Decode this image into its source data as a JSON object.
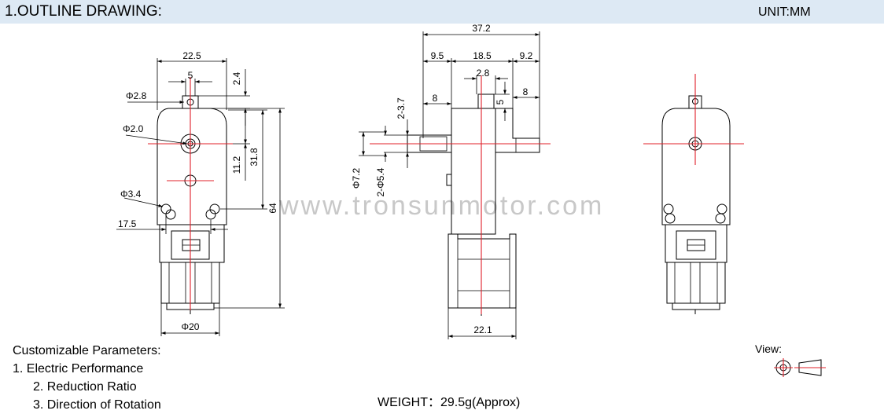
{
  "header": {
    "title": "1.OUTLINE DRAWING:",
    "unit": "UNIT:MM"
  },
  "watermark": "www.tronsunmotor.com",
  "dimensions": {
    "front": {
      "width": "22.5",
      "shaft_spacing": "5",
      "top_offset": "2.4",
      "hole_top": "Φ2.8",
      "shaft": "Φ2.0",
      "center_to_top": "11.2",
      "center_span": "31.8",
      "total_length": "64",
      "mount_hole": "Φ3.4",
      "mount_spacing": "17.5",
      "motor_dia": "Φ20"
    },
    "side": {
      "overall": "37.2",
      "left_seg": "9.5",
      "mid_seg": "18.5",
      "right_seg": "9.2",
      "shaft_flat": "2.8",
      "shaft_len_left": "8",
      "shaft_len_right": "8",
      "shaft_flat_depth": "5",
      "flat_range": "2-3.7",
      "shaft_dia": "Φ7.2",
      "hole_dia": "2-Φ5.4",
      "bottom_width": "22.1"
    }
  },
  "params": {
    "heading": "Customizable Parameters:",
    "item1": "1. Electric Performance",
    "item2": "2. Reduction Ratio",
    "item3": "3. Direction of Rotation"
  },
  "weight": "WEIGHT：29.5g(Approx)",
  "view_label": "View:"
}
